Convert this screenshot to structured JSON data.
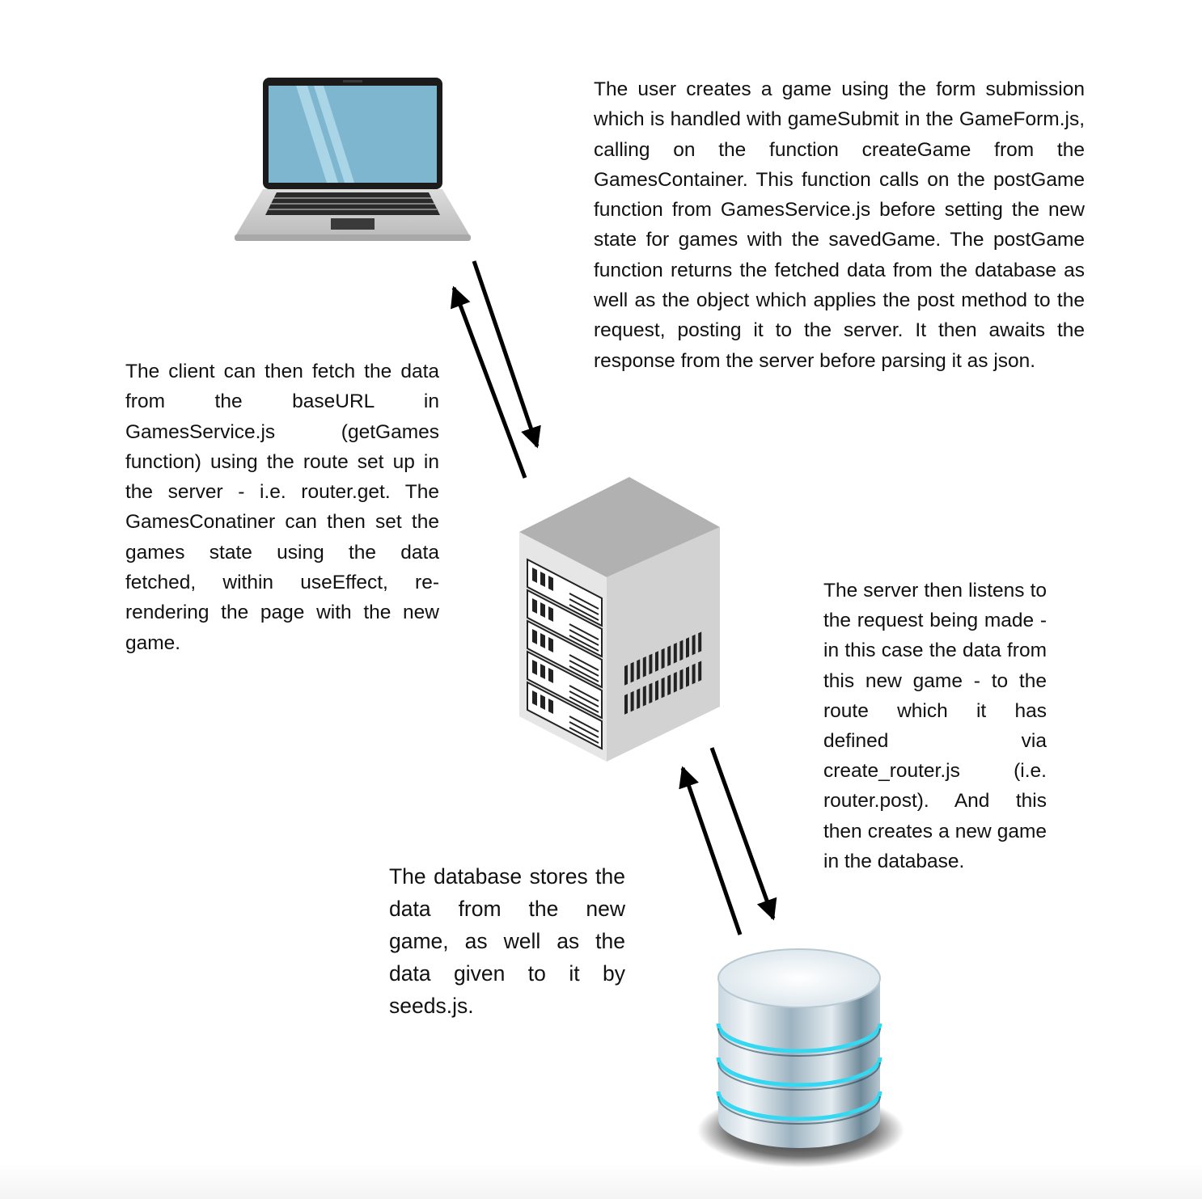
{
  "paragraphs": {
    "user_form": "The user creates a game using the form submission which is handled with gameSubmit in the GameForm.js, calling on the function createGame from the GamesContainer. This function calls on the postGame function from GamesService.js before setting the new state for games with the savedGame. The postGame function returns the fetched data from the database as well as the object which applies the post method to the request, posting it to the server. It then awaits the response from the server before parsing it as json.",
    "client_fetch": "The client can then fetch the data from the baseURL in GamesService.js (getGames function) using the route set up in the server - i.e. router.get. The GamesConatiner can then set the games state using the data fetched, within useEffect, re-rendering the page with the new game.",
    "server_listen": "The server then listens to the request being made - in this case the data from this new game - to the route which it has defined via create_router.js (i.e. router.post). And this then creates a new game in the database.",
    "database_store": "The database stores the data from the new game, as well as the data given to it by seeds.js."
  },
  "icons": {
    "laptop": "laptop-icon",
    "server": "server-icon",
    "database": "database-icon"
  },
  "colors": {
    "arrow": "#000000",
    "laptop_screen": "#7fb6cf",
    "database_glow": "#35d8f0"
  }
}
